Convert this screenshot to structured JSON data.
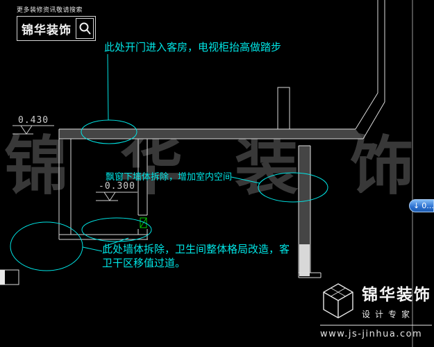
{
  "canvas": {
    "background": "#000000",
    "line_color": "#dcdcdc",
    "annotation_color": "#00e5e5",
    "watermark_color": "#383838",
    "wall_fill": "#454545",
    "door_color": "#00cc00",
    "button_blue": "#2a6fd0"
  },
  "header_logo": {
    "tagline": "更多装修资讯敬请搜索",
    "brand": "锦华装饰"
  },
  "watermark": {
    "text": "锦华装饰"
  },
  "annotations": {
    "note_top": "此处开门进入客房，电视柜抬高做踏步",
    "note_middle": "飘窗下墙体拆除，增加室内空间",
    "note_bottom_line1": "此处墙体拆除，卫生间整体格局改造，客",
    "note_bottom_line2": "卫干区移值过道。",
    "elevation_top": "0.430",
    "elevation_middle": "-0.300"
  },
  "scroll_button": {
    "arrow": "↓",
    "label": "0..."
  },
  "footer_logo": {
    "brand": "锦华装饰",
    "subtitle": "设计专家",
    "url": "www.js-jinhua.com"
  }
}
